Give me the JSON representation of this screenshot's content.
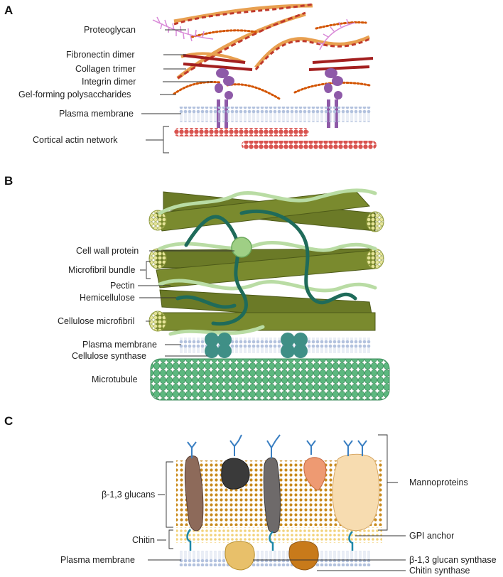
{
  "panels": [
    {
      "letter": "A",
      "labels": [
        "Proteoglycan",
        "Fibronectin dimer",
        "Collagen trimer",
        "Integrin dimer",
        "Gel-forming polysaccharides",
        "Plasma membrane",
        "Cortical actin network"
      ]
    },
    {
      "letter": "B",
      "labels": [
        "Cell wall protein",
        "Microfibril bundle",
        "Pectin",
        "Hemicellulose",
        "Cellulose microfibril",
        "Plasma membrane",
        "Cellulose synthase",
        "Microtubule"
      ]
    },
    {
      "letter": "C",
      "left_labels": [
        "β-1,3 glucans",
        "Chitin",
        "Plasma membrane"
      ],
      "right_labels": [
        "Mannoproteins",
        "GPI anchor",
        "β-1,3 glucan synthase",
        "Chitin synthase"
      ]
    }
  ],
  "colors": {
    "collagen_orange": "#e8a050",
    "collagen_red": "#c0392b",
    "fibronectin": "#a31f1f",
    "integrin": "#8e5aa8",
    "proteoglycan": "#d98ad8",
    "actin": "#d9534f",
    "membrane": "#bcc9e2",
    "microfibril": "#6b7a27",
    "pectin": "#b9dca4",
    "hemicellulose": "#1f6b5a",
    "synthase": "#3f8f86",
    "microtubule": "#4fa873",
    "glucan": "#c98b1e",
    "chitin": "#f0cf6a"
  }
}
